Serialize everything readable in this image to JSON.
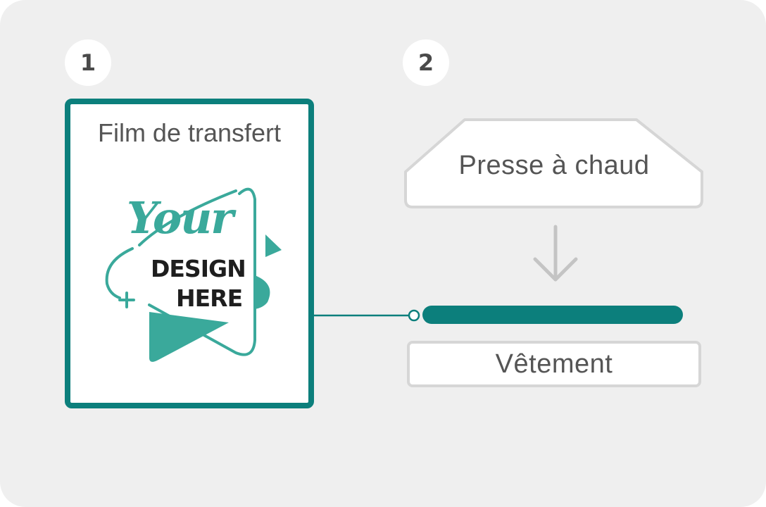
{
  "steps": [
    {
      "number": "1"
    },
    {
      "number": "2"
    }
  ],
  "film": {
    "label": "Film de transfert",
    "logo": {
      "line1": "Your",
      "line2": "DESIGN",
      "line3": "HERE"
    }
  },
  "press": {
    "label": "Presse à chaud"
  },
  "garment": {
    "label": "Vêtement"
  },
  "icons": {
    "arrow": "arrow-down-icon",
    "plus": "plus-icon",
    "triangle": "play-triangle-icon"
  },
  "colors": {
    "teal": "#0c7f7c",
    "logo_teal": "#3aa99b",
    "background": "#efefef",
    "outline_gray": "#d6d6d6",
    "text_gray": "#555555"
  }
}
